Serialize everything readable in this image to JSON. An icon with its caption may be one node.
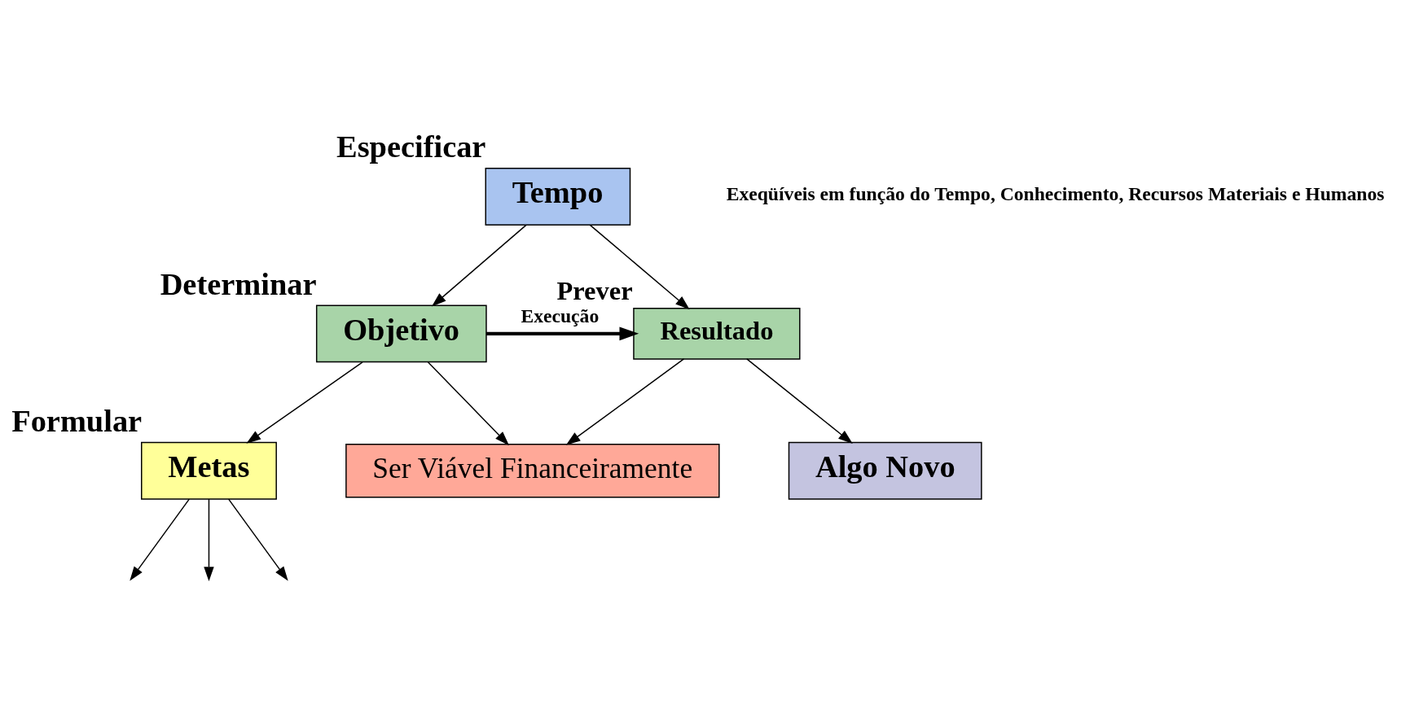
{
  "diagram": {
    "nodes": [
      {
        "text": [
          "Metas"
        ],
        "beside": [
          "Formular"
        ]
      },
      {
        "text": [
          "Objetivo"
        ],
        "beside": [
          "Determinar"
        ]
      },
      {
        "text": [
          "Algo Novo"
        ]
      },
      {
        "text": [
          "Resultado"
        ],
        "beside": [
          "Prever"
        ]
      },
      {
        "text": [
          "Tempo"
        ],
        "beside": [
          "Especificar"
        ]
      },
      {
        "text": [
          "Ser Viável Financeiramente"
        ]
      }
    ],
    "edges": [
      {
        "from": 1,
        "to": 0,
        "arrow": "to"
      },
      {
        "from": 1,
        "to": 3,
        "arrow": "to",
        "label": "Execução",
        "style": "thick"
      },
      {
        "from": 0,
        "to": null,
        "arrow": "to"
      },
      {
        "from": 0,
        "to": null,
        "arrow": "to"
      },
      {
        "from": 0,
        "to": null,
        "arrow": "to"
      },
      {
        "from": 3,
        "to": 2,
        "arrow": "to"
      },
      {
        "from": 4,
        "to": 1,
        "arrow": "to"
      },
      {
        "from": 4,
        "to": 3,
        "arrow": "to"
      },
      {
        "from": 1,
        "to": 5,
        "arrow": "to"
      },
      {
        "from": 3,
        "to": 5,
        "arrow": "to"
      }
    ],
    "labels": [
      "Exeqüíveis em função do Tempo, Conhecimento, Recursos Materiais e Humanos"
    ]
  }
}
